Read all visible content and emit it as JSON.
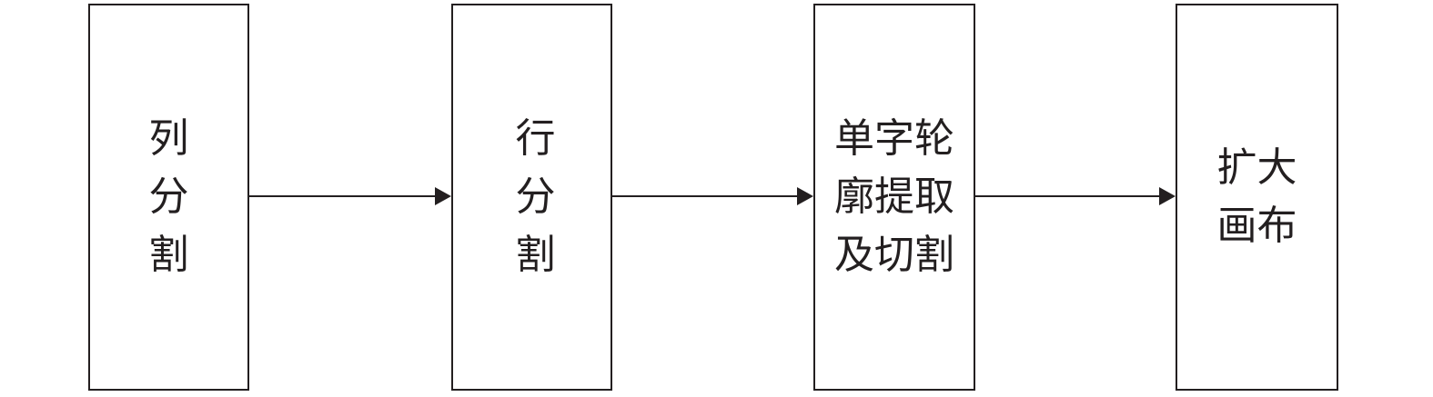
{
  "flowchart": {
    "steps": [
      {
        "lines": [
          "列",
          "分",
          "割"
        ]
      },
      {
        "lines": [
          "行",
          "分",
          "割"
        ]
      },
      {
        "lines": [
          "单字轮",
          "廓提取",
          "及切割"
        ]
      },
      {
        "lines": [
          "扩大",
          "画布"
        ]
      }
    ]
  },
  "colors": {
    "stroke": "#231f20",
    "background": "#ffffff"
  }
}
